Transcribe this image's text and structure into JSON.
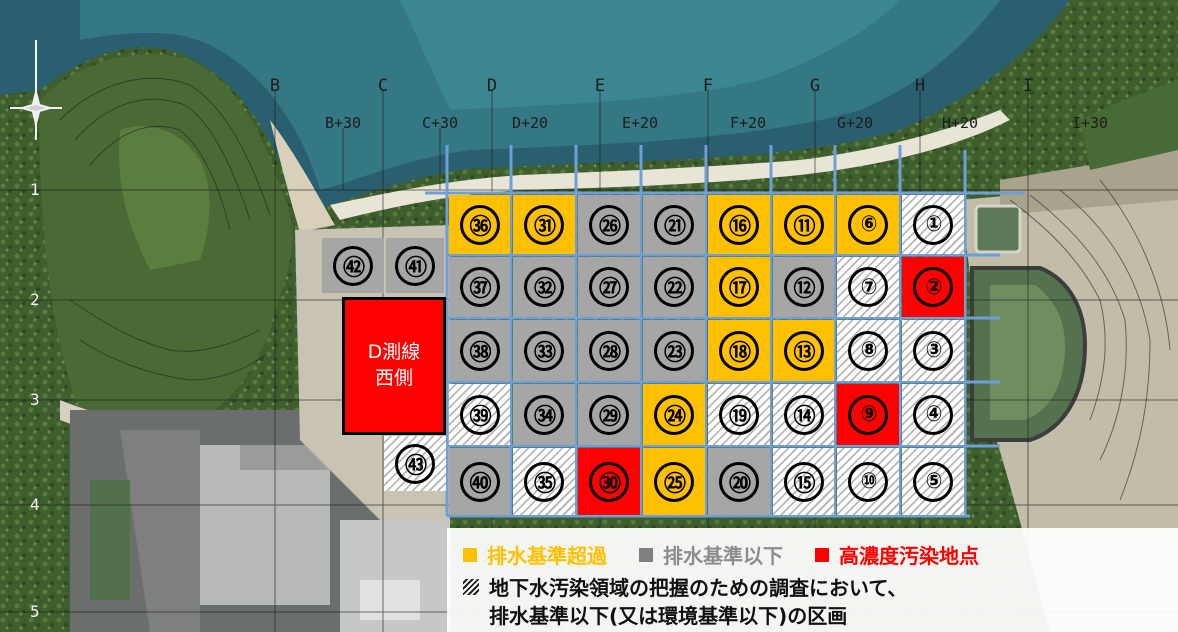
{
  "column_labels": [
    "B",
    "C",
    "D",
    "E",
    "F",
    "G",
    "H",
    "I"
  ],
  "sub_column_labels": [
    "B+30",
    "C+30",
    "D+20",
    "E+20",
    "F+20",
    "G+20",
    "H+20",
    "I+30"
  ],
  "row_labels": [
    "1",
    "2",
    "3",
    "4",
    "5"
  ],
  "colors": {
    "orange": "#ffc000",
    "gray": "#a6a6a6",
    "red": "#ff0000",
    "hatch": "#b8b8b8"
  },
  "grid_cells": [
    {
      "label": "㊱",
      "status": "orange"
    },
    {
      "label": "㉛",
      "status": "orange"
    },
    {
      "label": "㉖",
      "status": "gray"
    },
    {
      "label": "㉑",
      "status": "gray"
    },
    {
      "label": "⑯",
      "status": "orange"
    },
    {
      "label": "⑪",
      "status": "orange"
    },
    {
      "label": "⑥",
      "status": "orange"
    },
    {
      "label": "①",
      "status": "hatch"
    },
    {
      "label": "㊲",
      "status": "gray"
    },
    {
      "label": "㉜",
      "status": "gray"
    },
    {
      "label": "㉗",
      "status": "gray"
    },
    {
      "label": "㉒",
      "status": "gray"
    },
    {
      "label": "⑰",
      "status": "orange"
    },
    {
      "label": "⑫",
      "status": "gray"
    },
    {
      "label": "⑦",
      "status": "hatch"
    },
    {
      "label": "②",
      "status": "red"
    },
    {
      "label": "㊳",
      "status": "gray"
    },
    {
      "label": "㉝",
      "status": "gray"
    },
    {
      "label": "㉘",
      "status": "gray"
    },
    {
      "label": "㉓",
      "status": "gray"
    },
    {
      "label": "⑱",
      "status": "orange"
    },
    {
      "label": "⑬",
      "status": "orange"
    },
    {
      "label": "⑧",
      "status": "hatch"
    },
    {
      "label": "③",
      "status": "hatch"
    },
    {
      "label": "㊴",
      "status": "hatch"
    },
    {
      "label": "㉞",
      "status": "gray"
    },
    {
      "label": "㉙",
      "status": "gray"
    },
    {
      "label": "㉔",
      "status": "orange"
    },
    {
      "label": "⑲",
      "status": "hatch"
    },
    {
      "label": "⑭",
      "status": "hatch"
    },
    {
      "label": "⑨",
      "status": "red"
    },
    {
      "label": "④",
      "status": "hatch"
    },
    {
      "label": "㊵",
      "status": "gray"
    },
    {
      "label": "㉟",
      "status": "hatch"
    },
    {
      "label": "㉚",
      "status": "red"
    },
    {
      "label": "㉕",
      "status": "orange"
    },
    {
      "label": "⑳",
      "status": "gray"
    },
    {
      "label": "⑮",
      "status": "hatch"
    },
    {
      "label": "⑩",
      "status": "hatch"
    },
    {
      "label": "⑤",
      "status": "hatch"
    }
  ],
  "extra_cells": [
    {
      "label": "㊷",
      "status": "gray"
    },
    {
      "label": "㊶",
      "status": "gray"
    },
    {
      "label": "㊸",
      "status": "hatch"
    }
  ],
  "d_zone": {
    "line1": "D測線",
    "line2": "西側"
  },
  "legend": {
    "exceed": "排水基準超過",
    "below": "排水基準以下",
    "high": "高濃度汚染地点",
    "hatch_line1": "地下水汚染領域の把握のための調査において、",
    "hatch_line2": "排水基準以下(又は環境基準以下)の区画"
  }
}
